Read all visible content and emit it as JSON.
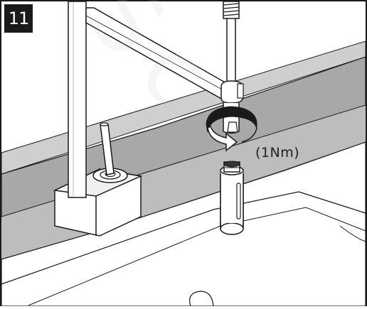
{
  "step": {
    "number": "11"
  },
  "torque": {
    "label": "(1Nm)"
  },
  "watermark": {
    "text": "Sc"
  },
  "colors": {
    "wall_band": "#a6a6a6",
    "wall_top": "#cfcfcf",
    "worktop": "#ffffff",
    "line": "#1a1a1a",
    "badge": "#1a1a1a"
  },
  "icons": [
    "rotate-arrow-icon"
  ]
}
